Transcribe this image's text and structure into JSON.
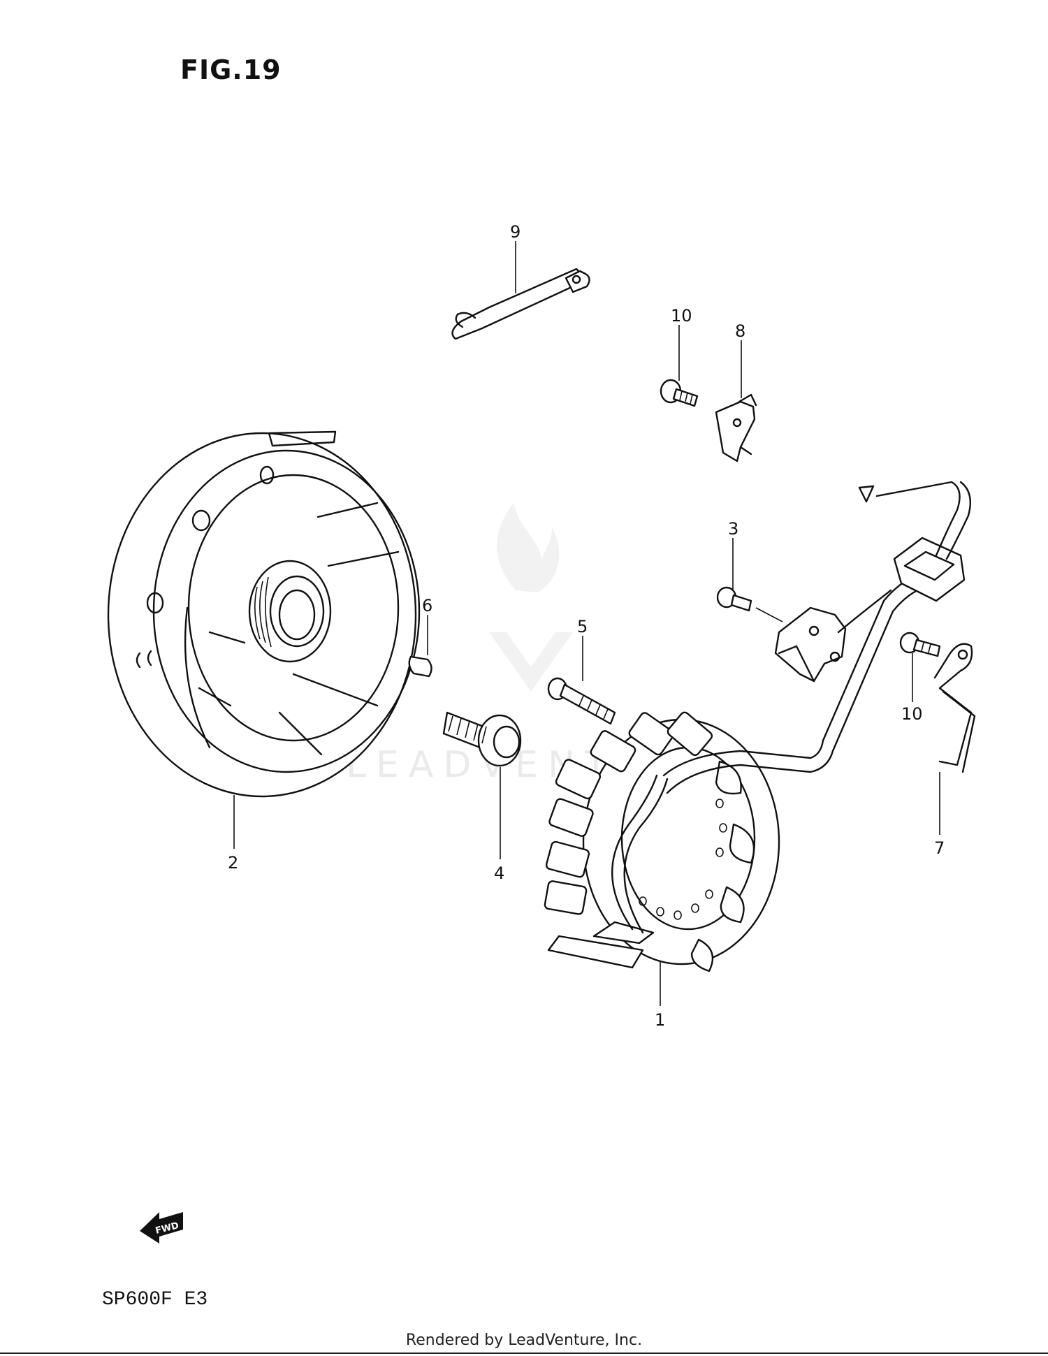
{
  "figure": {
    "title": "FIG.19"
  },
  "model": "SP600F  E3",
  "footer": "Rendered by LeadVenture, Inc.",
  "watermark": {
    "text": "LEADVENTURE",
    "color": "#d9d9d9"
  },
  "fwd_arrow": {
    "label": "FWD"
  },
  "callouts": {
    "c1": "1",
    "c2": "2",
    "c3": "3",
    "c4": "4",
    "c5": "5",
    "c6": "6",
    "c7": "7",
    "c8": "8",
    "c9": "9",
    "c10a": "10",
    "c10b": "10"
  }
}
